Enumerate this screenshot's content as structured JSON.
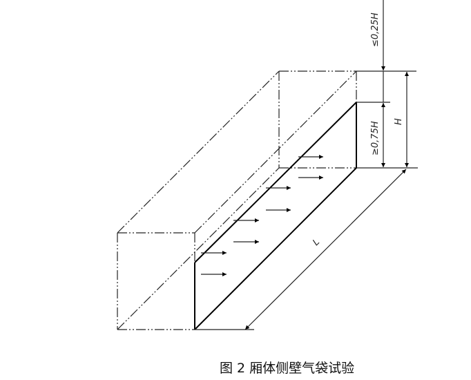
{
  "figure": {
    "caption": "图 2 厢体侧壁气袋试验",
    "labels": {
      "top_gap": "≤0,25H",
      "airbag_height": "≥0,75H",
      "height": "H",
      "length": "L"
    }
  }
}
